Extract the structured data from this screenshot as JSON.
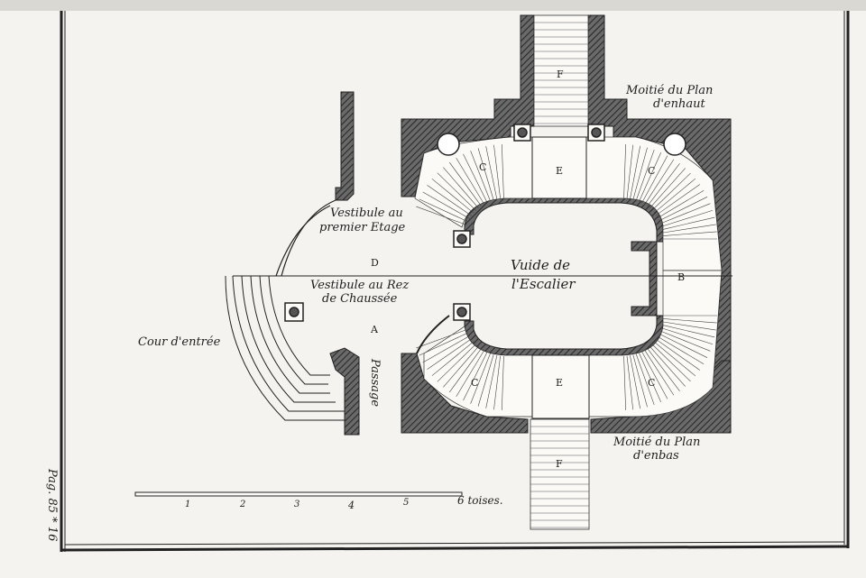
{
  "labels": {
    "top_half_line1": "Moitié du Plan",
    "top_half_line2": "d'enhaut",
    "bottom_half_line1": "Moitié du Plan",
    "bottom_half_line2": "d'enbas",
    "vestibule_upper_line1": "Vestibule au",
    "vestibule_upper_line2": "premier Etage",
    "vestibule_ground_line1": "Vestibule au Rez",
    "vestibule_ground_line2": "de Chaussée",
    "void_line1": "Vuide de",
    "void_line2": "l'Escalier",
    "courtyard": "Cour d'entrée",
    "passage": "Passage",
    "page_ref": "Pag. 85 * 16"
  },
  "letters": {
    "A": "A",
    "B": "B",
    "C": "C",
    "D": "D",
    "E": "E",
    "F": "F"
  },
  "scale": {
    "ticks": [
      "1",
      "2",
      "3",
      "4",
      "5"
    ],
    "end_label": "6 toises."
  },
  "colors": {
    "paper": "#f4f3ef",
    "ink": "#1e1e1e",
    "wall": "#5a5a5a"
  }
}
